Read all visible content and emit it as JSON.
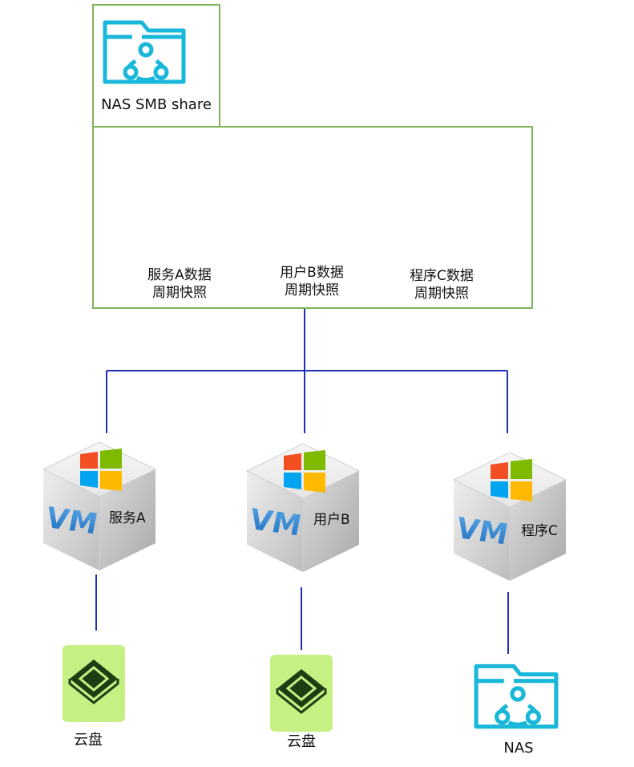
{
  "share": {
    "title": "NAS SMB share",
    "icon": "nas-folder-icon"
  },
  "snapshots": [
    {
      "line1": "服务A数据",
      "line2": "周期快照"
    },
    {
      "line1": "用户B数据",
      "line2": "周期快照"
    },
    {
      "line1": "程序C数据",
      "line2": "周期快照"
    }
  ],
  "vms": [
    {
      "label": "服务A",
      "icon": "vm-windows-icon"
    },
    {
      "label": "用户B",
      "icon": "vm-windows-icon"
    },
    {
      "label": "程序C",
      "icon": "vm-windows-icon"
    }
  ],
  "storage": [
    {
      "label": "云盘",
      "icon": "cloud-disk-icon"
    },
    {
      "label": "云盘",
      "icon": "cloud-disk-icon"
    },
    {
      "label": "NAS",
      "icon": "nas-folder-icon"
    }
  ],
  "colors": {
    "box_border": "#7fb45a",
    "connector": "#1f2fb8",
    "nas_cyan": "#19b7d9",
    "disk_green": "#c6ef84",
    "disk_dark": "#1f3d12"
  }
}
